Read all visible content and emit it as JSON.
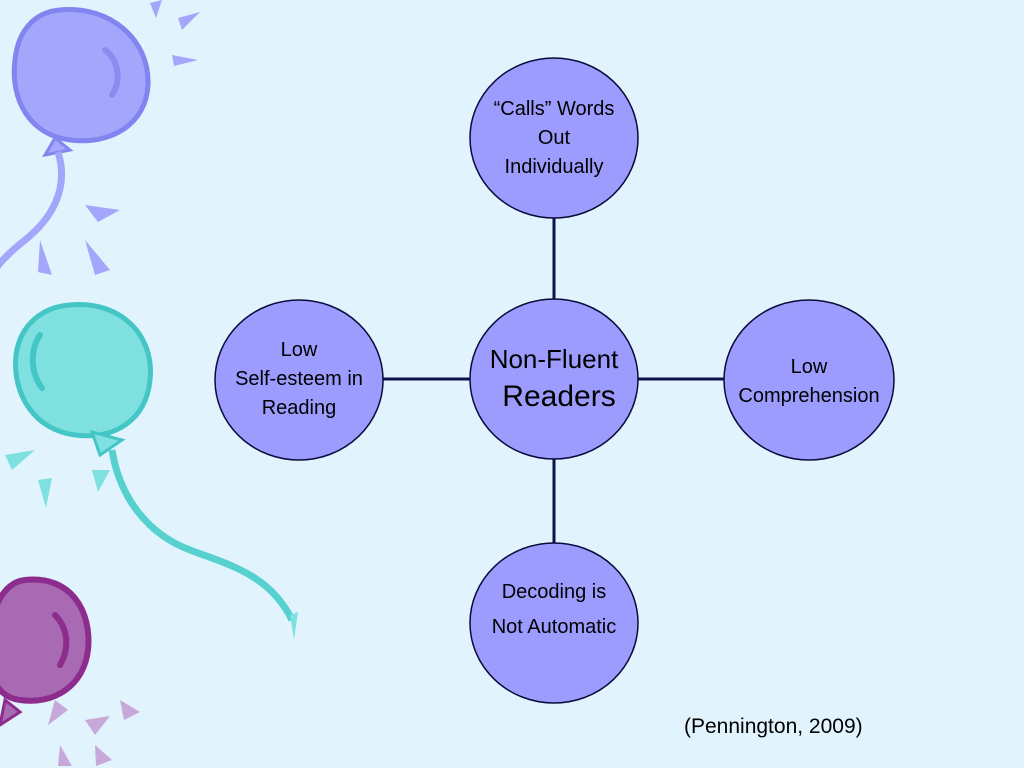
{
  "diagram": {
    "center": {
      "lines": [
        "Non-Fluent",
        "Readers"
      ]
    },
    "top": {
      "lines": [
        "“Calls” Words",
        "Out",
        "Individually"
      ]
    },
    "left": {
      "lines": [
        "Low",
        "Self-esteem in",
        "Reading"
      ]
    },
    "right": {
      "lines": [
        "Low",
        "Comprehension"
      ]
    },
    "bottom": {
      "lines": [
        "Decoding is",
        "Not Automatic"
      ]
    }
  },
  "citation": "(Pennington, 2009)",
  "colors": {
    "background": "#e1f4fd",
    "node_fill": "#9c9cff",
    "node_stroke": "#0a0a3c",
    "connector": "#10104a",
    "balloon_blue": "#a4a6fb",
    "balloon_teal": "#7fe0e0",
    "balloon_purple": "#a76ab3"
  }
}
